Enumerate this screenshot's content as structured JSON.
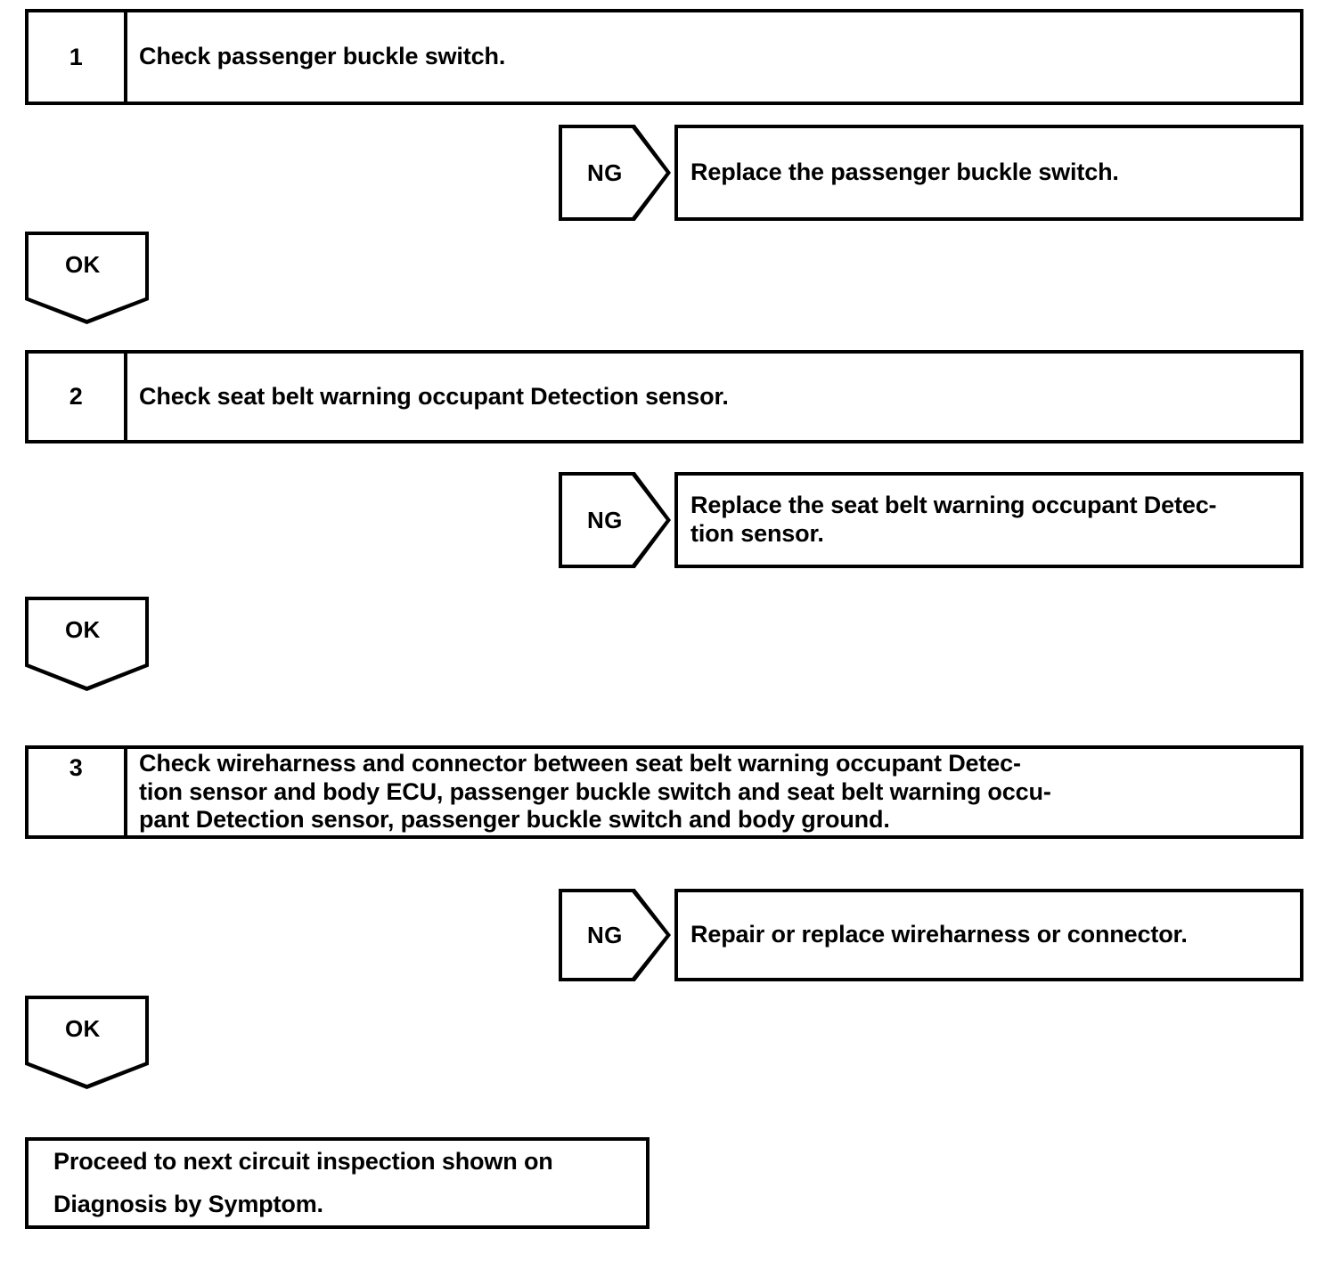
{
  "document": {
    "type": "diagnostic-troubleshooting-flowchart",
    "title": "Seat Belt Warning Circuit Inspection Flow"
  },
  "steps": [
    {
      "number": "1",
      "instruction": "Check passenger buckle switch.",
      "ng": {
        "label": "NG",
        "action": "Replace the passenger buckle switch."
      },
      "ok": {
        "label": "OK"
      }
    },
    {
      "number": "2",
      "instruction": "Check seat belt warning occupant Detection sensor.",
      "ng": {
        "label": "NG",
        "action": "Replace the seat belt warning occupant Detec-\ntion sensor."
      },
      "ok": {
        "label": "OK"
      }
    },
    {
      "number": "3",
      "instruction": "Check wireharness and connector between seat belt warning occupant Detec-\ntion sensor and body ECU, passenger buckle switch and seat belt warning occu-\npant Detection sensor, passenger buckle switch and body ground.",
      "ng": {
        "label": "NG",
        "action": "Repair or replace wireharness or connector."
      },
      "ok": {
        "label": "OK"
      }
    }
  ],
  "final": {
    "text": "Proceed to next circuit inspection shown on\nDiagnosis by Symptom."
  },
  "colors": {
    "ink": "#000000",
    "paper": "#ffffff"
  }
}
